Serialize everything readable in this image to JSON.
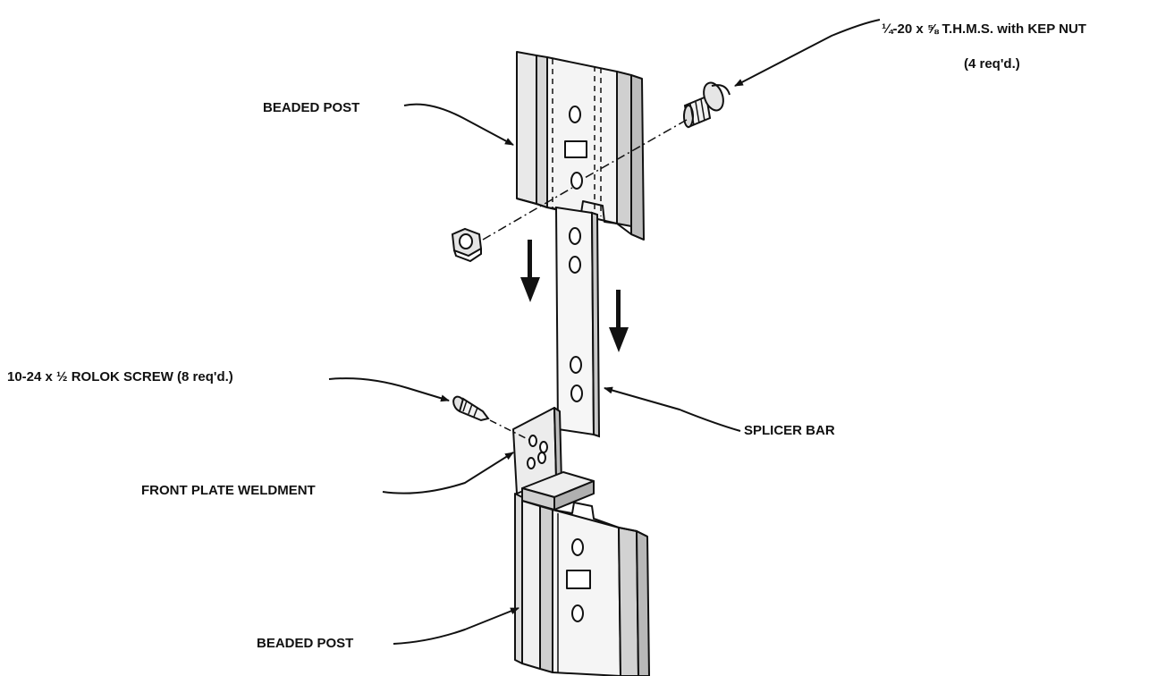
{
  "colors": {
    "ink": "#111111",
    "paper": "#ffffff",
    "metal_light": "#f2f2f2",
    "metal_shade": "#cfcfcf",
    "metal_dark": "#9a9a9a"
  },
  "labels": {
    "beaded_post_top": "BEADED POST",
    "beaded_post_bottom": "BEADED POST",
    "splicer_bar": "SPLICER BAR",
    "front_plate_weldment": "FRONT PLATE WELDMENT",
    "rolok_screw": "10-24 x ½ ROLOK SCREW (8 req'd.)",
    "thms_screw": "¼-20 x ⅝ T.H.M.S. with KEP NUT",
    "thms_qty": "(4 req'd.)"
  },
  "icons": {
    "down_arrow_left": "down-arrow-icon",
    "down_arrow_right": "down-arrow-icon"
  }
}
